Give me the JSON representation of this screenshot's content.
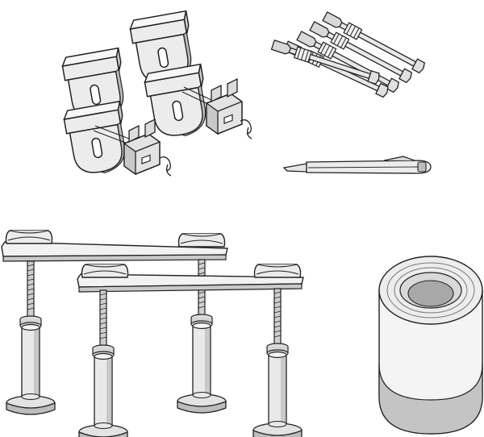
{
  "illustration": {
    "kind": "bathtub installation kit parts",
    "colors": {
      "background": "#ffffff",
      "outline": "#222222",
      "light_fill": "#ececec",
      "mid_fill": "#d4d4d4",
      "dark_fill": "#a8a8a8",
      "tape_band": "#c4c4c4"
    },
    "items": [
      {
        "name": "wall-mounting-brackets",
        "count": 4
      },
      {
        "name": "bracket-clips",
        "count": 2
      },
      {
        "name": "wall-anchor-screws",
        "count": 5
      },
      {
        "name": "utility-knife",
        "count": 1
      },
      {
        "name": "adjustable-support-legs",
        "count": 2
      },
      {
        "name": "sealing-tape-roll",
        "count": 1
      }
    ]
  }
}
